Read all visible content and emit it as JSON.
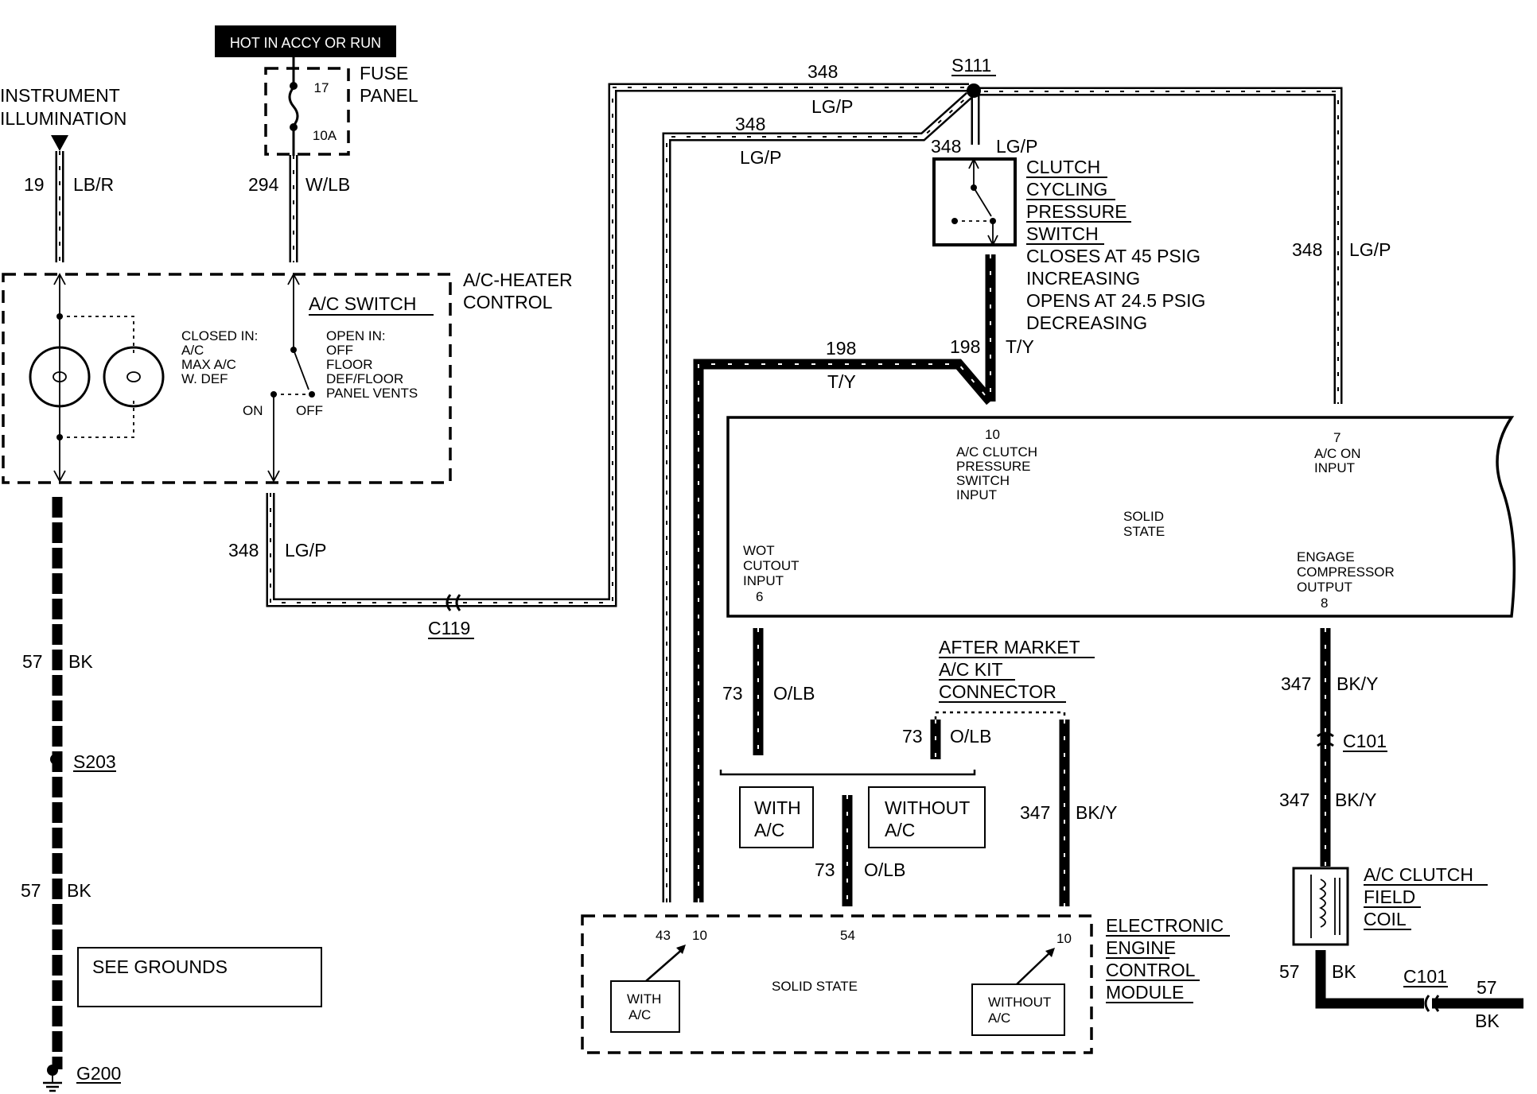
{
  "header": {
    "power_label": "HOT IN ACCY OR RUN"
  },
  "components": {
    "fuse_panel": {
      "label_line1": "FUSE",
      "label_line2": "PANEL",
      "fuse_number": "17",
      "fuse_rating": "10A"
    },
    "instrument_illumination": {
      "line1": "INSTRUMENT",
      "line2": "ILLUMINATION"
    },
    "ac_heater_control": {
      "line1": "A/C-HEATER",
      "line2": "CONTROL"
    },
    "ac_switch": {
      "title": "A/C SWITCH",
      "closed_in": [
        "CLOSED IN:",
        "A/C",
        "MAX A/C",
        "W. DEF"
      ],
      "open_in": [
        "OPEN IN:",
        "OFF",
        "FLOOR",
        "DEF/FLOOR",
        "PANEL VENTS"
      ],
      "on_label": "ON",
      "off_label": "OFF"
    },
    "clutch_cycling_switch": {
      "title": [
        "CLUTCH",
        "CYCLING",
        "PRESSURE",
        "SWITCH"
      ],
      "notes": [
        "CLOSES AT 45 PSIG",
        "INCREASING",
        "OPENS AT 24.5 PSIG",
        "DECREASING"
      ]
    },
    "solid_state_module": {
      "center_line1": "SOLID",
      "center_line2": "STATE",
      "pin10": [
        "10",
        "A/C CLUTCH",
        "PRESSURE",
        "SWITCH",
        "INPUT"
      ],
      "pin7": [
        "7",
        "A/C ON",
        "INPUT"
      ],
      "pin6": [
        "WOT",
        "CUTOUT",
        "INPUT",
        "6"
      ],
      "pin8": [
        "ENGAGE",
        "COMPRESSOR",
        "OUTPUT",
        "8"
      ]
    },
    "aftermarket_kit": {
      "line1": "AFTER MARKET",
      "line2": "A/C KIT",
      "line3": "CONNECTOR"
    },
    "with_ac_box": {
      "line1": "WITH",
      "line2": "A/C"
    },
    "without_ac_box": {
      "line1": "WITHOUT",
      "line2": "A/C"
    },
    "eec_module": {
      "title": [
        "ELECTRONIC",
        "ENGINE",
        "CONTROL",
        "MODULE"
      ],
      "center": "SOLID STATE",
      "pin43": "43",
      "pin10a": "10",
      "pin54": "54",
      "pin10b": "10",
      "with_ac": [
        "WITH",
        "A/C"
      ],
      "without_ac": [
        "WITHOUT",
        "A/C"
      ]
    },
    "ac_clutch_coil": {
      "line1": "A/C CLUTCH",
      "line2": "FIELD",
      "line3": "COIL"
    },
    "see_grounds": "SEE GROUNDS"
  },
  "splices": {
    "s111": "S111",
    "s203": "S203",
    "g200": "G200",
    "c119": "C119",
    "c101_a": "C101",
    "c101_b": "C101"
  },
  "wires": {
    "w19": {
      "circuit": "19",
      "color": "LB/R"
    },
    "w294": {
      "circuit": "294",
      "color": "W/LB"
    },
    "w348_a": {
      "circuit": "348",
      "color": "LG/P"
    },
    "w348_top": {
      "circuit": "348",
      "color": "LG/P"
    },
    "w348_mid": {
      "circuit": "348",
      "color": "LG/P"
    },
    "w348_sw": {
      "circuit": "348",
      "color": "LG/P"
    },
    "w348_right": {
      "circuit": "348",
      "color": "LG/P"
    },
    "w198_a": {
      "circuit": "198",
      "color": "T/Y"
    },
    "w198_b": {
      "circuit": "198",
      "color": "T/Y"
    },
    "w57_a": {
      "circuit": "57",
      "color": "BK"
    },
    "w57_b": {
      "circuit": "57",
      "color": "BK"
    },
    "w57_c": {
      "circuit": "57",
      "color": "BK"
    },
    "w57_d": {
      "circuit": "57",
      "color": "BK"
    },
    "w73_a": {
      "circuit": "73",
      "color": "O/LB"
    },
    "w73_b": {
      "circuit": "73",
      "color": "O/LB"
    },
    "w73_c": {
      "circuit": "73",
      "color": "O/LB"
    },
    "w347_a": {
      "circuit": "347",
      "color": "BK/Y"
    },
    "w347_b": {
      "circuit": "347",
      "color": "BK/Y"
    },
    "w347_c": {
      "circuit": "347",
      "color": "BK/Y"
    }
  }
}
